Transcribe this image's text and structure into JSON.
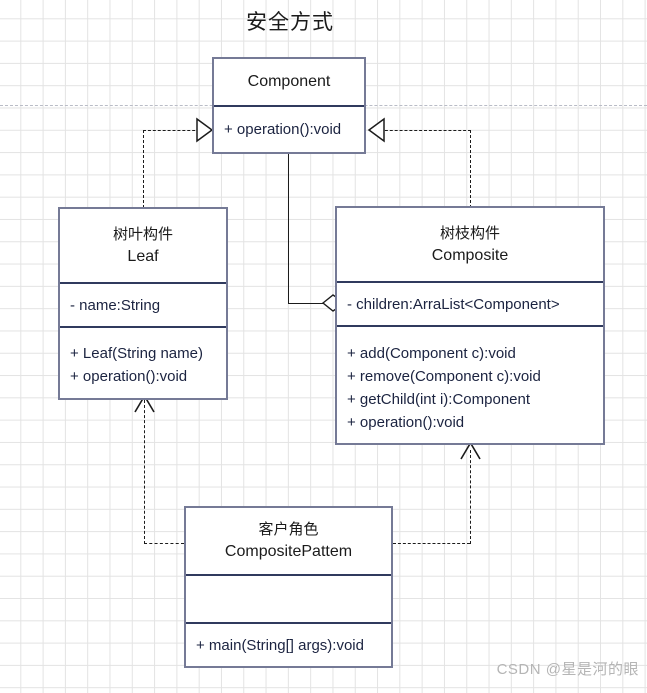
{
  "diagram": {
    "title": "安全方式",
    "watermark": "CSDN @星是河的眼"
  },
  "classes": {
    "component": {
      "name_cn": "",
      "name_en": "Component",
      "attributes": [],
      "methods": [
        "+ operation():void"
      ]
    },
    "leaf": {
      "name_cn": "树叶构件",
      "name_en": "Leaf",
      "attributes": [
        "- name:String"
      ],
      "methods": [
        "+ Leaf(String name)",
        "+ operation():void"
      ]
    },
    "composite": {
      "name_cn": "树枝构件",
      "name_en": "Composite",
      "attributes": [
        "- children:ArraList<Component>"
      ],
      "methods": [
        "+ add(Component c):void",
        "+ remove(Component c):void",
        "+ getChild(int i):Component",
        "+ operation():void"
      ]
    },
    "client": {
      "name_cn": "客户角色",
      "name_en": "CompositePattem",
      "attributes": [
        ""
      ],
      "methods": [
        "+ main(String[] args):void"
      ]
    }
  },
  "relations": [
    {
      "id": "leaf-realizes-component",
      "type": "realization",
      "from": "leaf",
      "to": "component",
      "style": "dashed",
      "arrowhead": "hollow-triangle"
    },
    {
      "id": "composite-realizes-component",
      "type": "realization",
      "from": "composite",
      "to": "component",
      "style": "dashed",
      "arrowhead": "hollow-triangle"
    },
    {
      "id": "composite-aggregates-component",
      "type": "aggregation",
      "from": "composite",
      "to": "component",
      "style": "solid",
      "arrowhead": "hollow-diamond"
    },
    {
      "id": "client-depends-leaf",
      "type": "dependency",
      "from": "client",
      "to": "leaf",
      "style": "dashed",
      "arrowhead": "open-arrow"
    },
    {
      "id": "client-depends-composite",
      "type": "dependency",
      "from": "client",
      "to": "composite",
      "style": "dashed",
      "arrowhead": "open-arrow"
    }
  ],
  "colors": {
    "box_border": "#757a96",
    "section_divider": "#303a5e",
    "text": "#1b2340",
    "grid": "#e3e3e3",
    "connector": "#1b1b1b",
    "watermark": "#b5b5b5"
  }
}
